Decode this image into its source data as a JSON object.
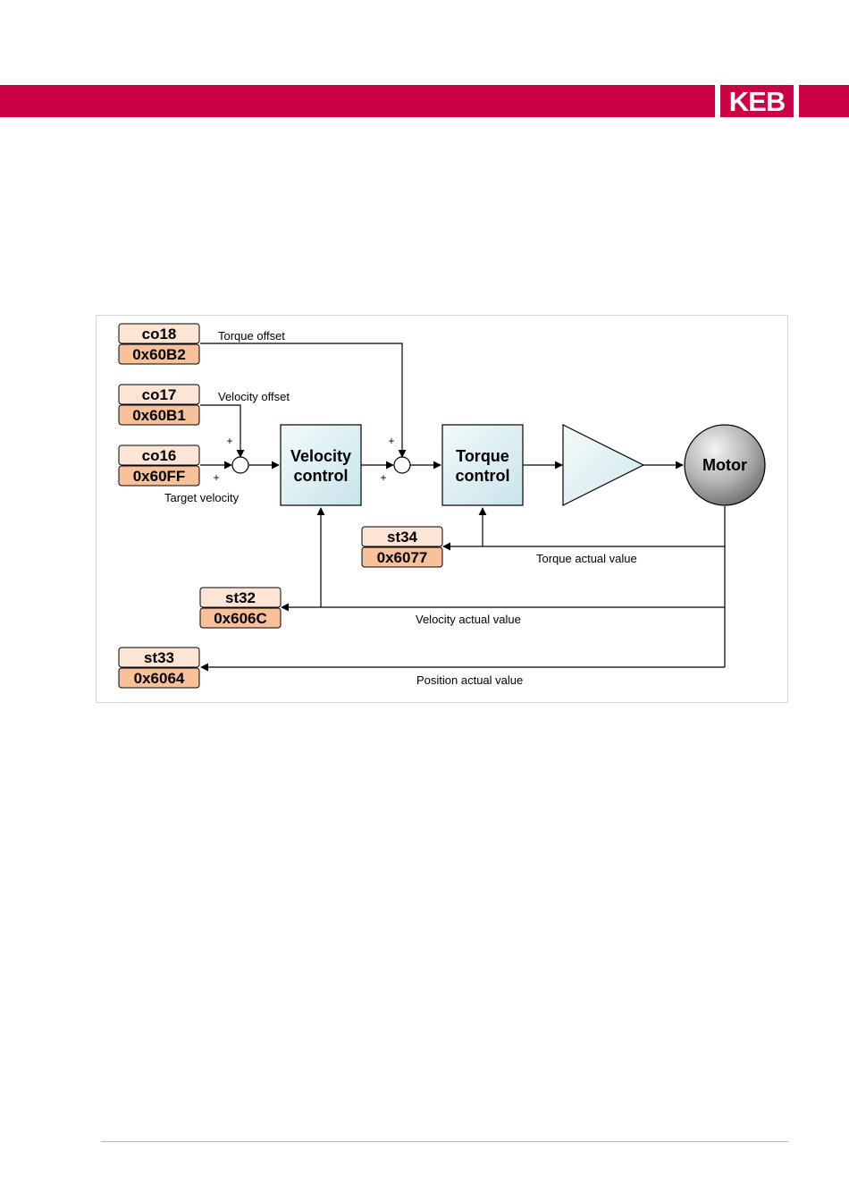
{
  "header": {
    "brand_logo_text": "KEB"
  },
  "colors": {
    "brand": "#cc0044",
    "param_top": "#fde5d6",
    "param_bottom": "#f8c199",
    "block_fill_light": "#e6f4f6",
    "block_fill_dark": "#c8e3e8"
  },
  "diagram": {
    "params": {
      "co18": {
        "name": "co18",
        "index": "0x60B2"
      },
      "co17": {
        "name": "co17",
        "index": "0x60B1"
      },
      "co16": {
        "name": "co16",
        "index": "0x60FF"
      },
      "st34": {
        "name": "st34",
        "index": "0x6077"
      },
      "st32": {
        "name": "st32",
        "index": "0x606C"
      },
      "st33": {
        "name": "st33",
        "index": "0x6064"
      }
    },
    "labels": {
      "torque_offset": "Torque offset",
      "velocity_offset": "Velocity offset",
      "target_velocity": "Target velocity",
      "torque_actual": "Torque actual value",
      "velocity_actual": "Velocity actual value",
      "position_actual": "Position actual value"
    },
    "blocks": {
      "velocity_line1": "Velocity",
      "velocity_line2": "control",
      "torque_line1": "Torque",
      "torque_line2": "control",
      "motor": "Motor"
    },
    "signs": {
      "plus": "+"
    }
  }
}
